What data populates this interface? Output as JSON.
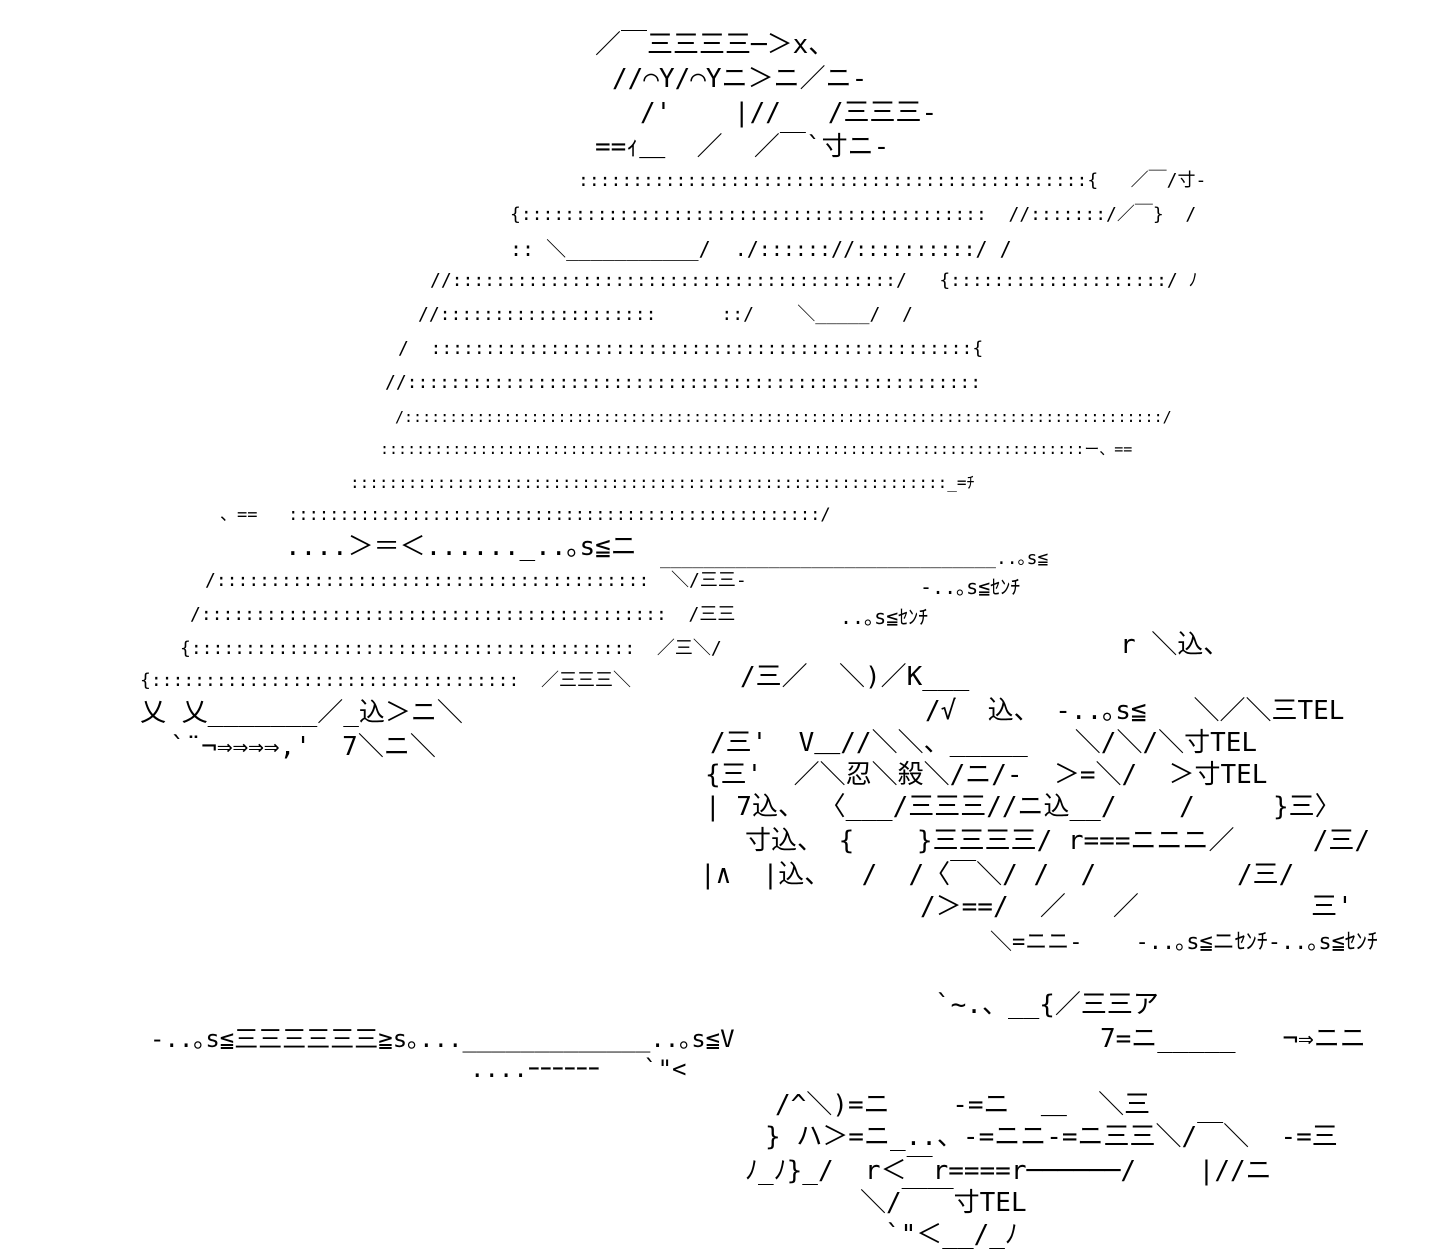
{
  "artwork": {
    "style": "shift-jis ascii art",
    "ink_color": "#000000",
    "background_color": "#ffffff",
    "fragments": [
      {
        "text": "／￣三三三三─＞x、"
      },
      {
        "text": "//⌒Y/⌒Yニ＞ニ／ニ-"
      },
      {
        "text": "/'    |//   /三三三-"
      },
      {
        "text": "==ｨ＿  ／  ／￣`寸ニ-"
      },
      {
        "text": ":::::::::::::::::::::::::::::::::::::::::::::::{   ／￣/寸-"
      },
      {
        "text": "{:::::::::::::::::::::::::::::::::::::::::::  //:::::::/／￣}  /"
      },
      {
        "text": ":: ＼___________/  ./:::::://::::::::::/ /"
      },
      {
        "text": "//:::::::::::::::::::::::::::::::::::::::::/   {::::::::::::::::::::/ ﾉ"
      },
      {
        "text": "//::::::::::::::::::::      ::/    ＼_____/  /"
      },
      {
        "text": "/  ::::::::::::::::::::::::::::::::::::::::::::::::::{"
      },
      {
        "text": "//:::::::::::::::::::::::::::::::::::::::::::::::::::::"
      },
      {
        "text": "/::::::::::::::::::::::::::::::::::::::::::::::::::::::::::::::::::::::::::::::::::::/"
      },
      {
        "text": "::::::::::::::::::::::::::::::::::::::::::::::::::::::::::::::::::::::::::::::ー、=="
      },
      {
        "text": "::::::::::::::::::::::::::::::::::::::::::::::::::::::::::::::_=ﾁ"
      },
      {
        "text": "、==   ::::::::::::::::::::::::::::::::::::::::::::::::::::/"
      },
      {
        "text": "....＞＝＜......_..｡s≦ニ"
      },
      {
        "text": "/::::::::::::::::::::::::::::::::::::::::  ＼/三三-"
      },
      {
        "text": "/:::::::::::::::::::::::::::::::::::::::::::  /三三"
      },
      {
        "text": "{:::::::::::::::::::::::::::::::::::::::::  ／三＼/"
      },
      {
        "text": "{::::::::::::::::::::::::::::::::::  ／三三三＼"
      },
      {
        "text": "乂 乂_______／_込＞ニ＼"
      },
      {
        "text": "`¨¬⇒⇒⇒⇒,'  7＼ニ＼"
      },
      {
        "text": "_______________________________..｡s≦"
      },
      {
        "text": "-..｡s≦ｾﾝﾁ"
      },
      {
        "text": "..｡s≦ｾﾝﾁ"
      },
      {
        "text": "r ＼込、"
      },
      {
        "text": "/三／  ＼)／K___"
      },
      {
        "text": "/√  込、 -..｡s≦   ＼／＼三TEL"
      },
      {
        "text": "/三'  V＿//＼＼、_____   ＼/＼/＼寸TEL"
      },
      {
        "text": "{三'  ／＼忍＼殺＼/ニ/-  ＞=＼/  ＞寸TEL"
      },
      {
        "text": "| 7込、 〈___/三三三//ニ込__/    /     }三〉"
      },
      {
        "text": "寸込、 {    }三三三三/ r===ニニニ／     /三/"
      },
      {
        "text": "|∧  |込、  /  /〈￣＼/ /  /         /三/"
      },
      {
        "text": "/＞==/  ／   ／           三'"
      },
      {
        "text": "＼=ニニ-    -..｡s≦ニｾﾝﾁ-..｡s≦ｾﾝﾁ"
      },
      {
        "text": "`~.、__{／三三ア"
      },
      {
        "text": "7=ニ_____   ¬⇒ニニ"
      },
      {
        "text": "-..｡s≦三三三三三三≧s｡..._____________..｡s≦V"
      },
      {
        "text": "....ｰｰｰｰｰｰ   `\"<"
      },
      {
        "text": "/^＼)=ニ    -=ニ  ＿  ＼三"
      },
      {
        "text": "} ハ＞=ニ_..、-=ニニ-=ニ三三＼/￣＼  -=三"
      },
      {
        "text": "ﾉ_ﾉ}_/  r＜￣r====r──────/    |//ニ"
      },
      {
        "text": "＼/￣￣寸TEL"
      },
      {
        "text": "`\"＜__/_ﾉ"
      }
    ]
  }
}
